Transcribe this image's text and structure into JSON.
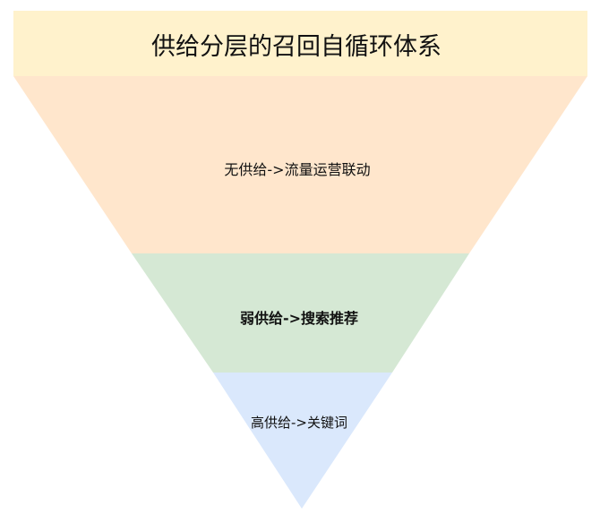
{
  "title": "供给分层的召回自循环体系",
  "layers": [
    {
      "label": "无供给->流量运营联动",
      "color": "#ffe6cc"
    },
    {
      "label": "弱供给->搜索推荐",
      "color": "#d5e8d4"
    },
    {
      "label": "高供给->关键词",
      "color": "#dae8fc"
    }
  ],
  "title_color": "#fff2cc"
}
